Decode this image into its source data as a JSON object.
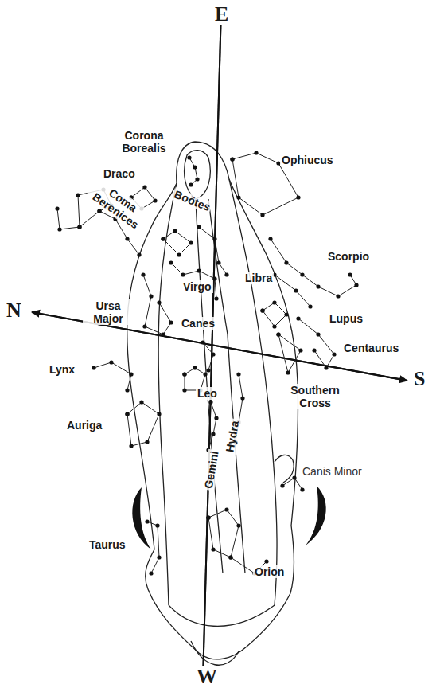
{
  "diagram": {
    "labels": [
      "E",
      "N",
      "S",
      "W",
      "Corona Borealis",
      "Draco",
      "Coma Berenices",
      "Boötes",
      "Ophiucus",
      "Virgo",
      "Libra",
      "Scorpio",
      "Ursa Major",
      "Canes",
      "Lupus",
      "Centaurus",
      "Lynx",
      "Leo",
      "Southern Cross",
      "Auriga",
      "Hydra",
      "Gemini",
      "Canis Minor",
      "Taurus",
      "Orion"
    ]
  }
}
